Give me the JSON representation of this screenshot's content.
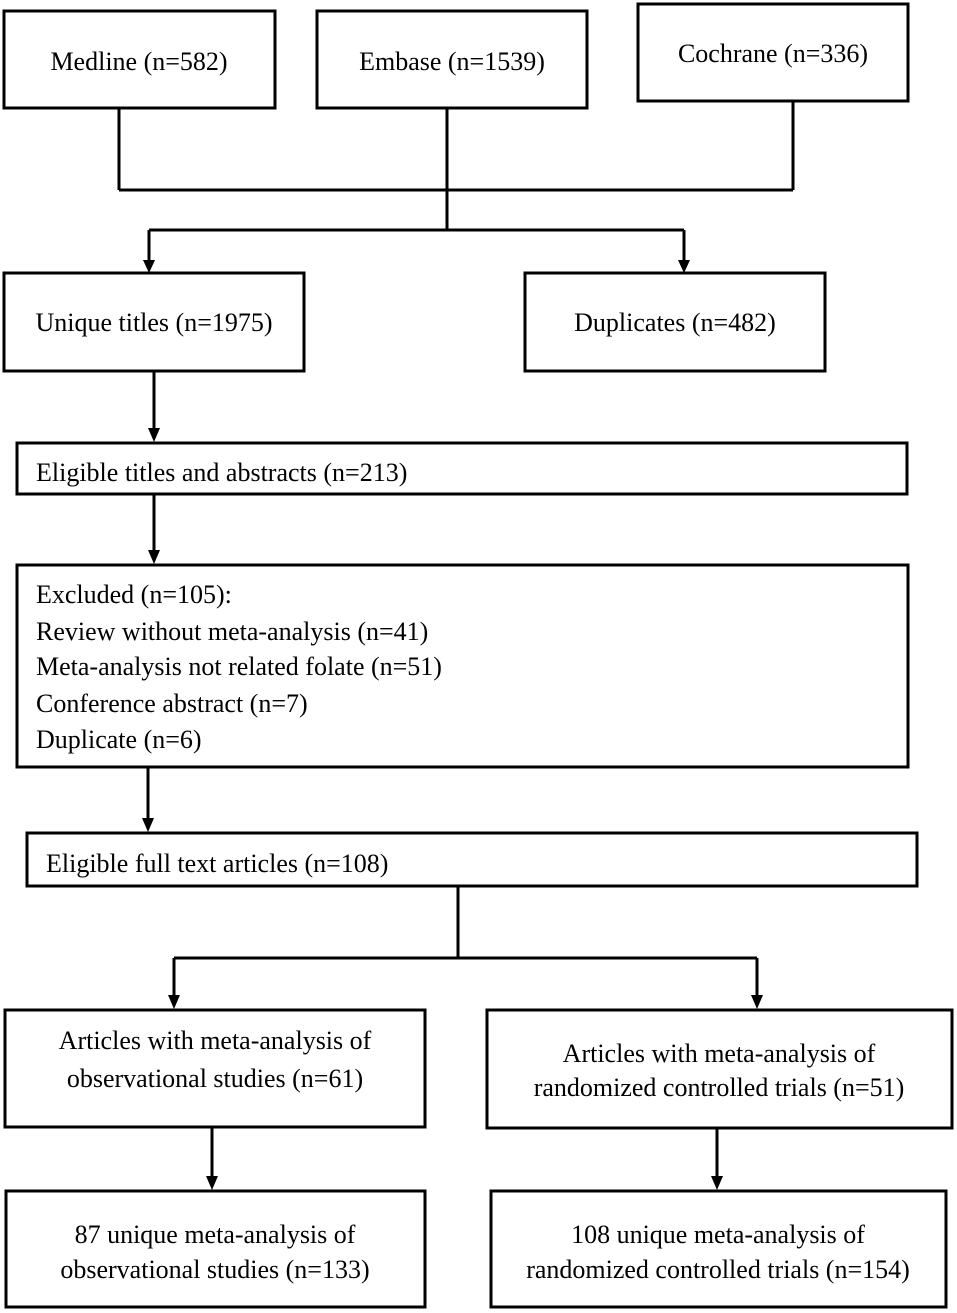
{
  "sources": {
    "medline": "Medline (n=582)",
    "embase": "Embase (n=1539)",
    "cochrane": "Cochrane (n=336)"
  },
  "unique_titles": "Unique titles (n=1975)",
  "duplicates": "Duplicates (n=482)",
  "eligible_titles": "Eligible titles and abstracts (n=213)",
  "excluded": {
    "lines": [
      "Excluded (n=105):",
      "Review without meta-analysis (n=41)",
      "Meta-analysis not related folate (n=51)",
      "Conference abstract (n=7)",
      "Duplicate (n=6)"
    ]
  },
  "eligible_full_text": "Eligible full text articles (n=108)",
  "observational": {
    "line1": "Articles with meta-analysis of",
    "line2": "observational studies (n=61)"
  },
  "rct": {
    "line1": "Articles with meta-analysis of",
    "line2": "randomized controlled trials (n=51)"
  },
  "unique_observational": {
    "line1": "87 unique meta-analysis of",
    "line2": "observational studies (n=133)"
  },
  "unique_rct": {
    "line1": "108 unique meta-analysis of",
    "line2": "randomized controlled trials (n=154)"
  }
}
